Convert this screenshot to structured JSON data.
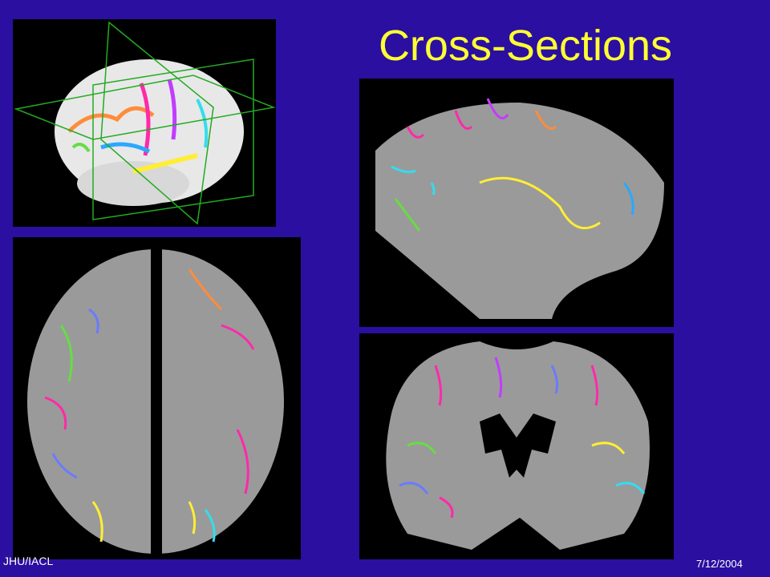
{
  "slide": {
    "title": "Cross-Sections",
    "footer_left": "JHU/IACL",
    "footer_right": "7/12/2004"
  },
  "colors": {
    "background": "#2a0fa0",
    "title": "#ffff33",
    "footer_text": "#ffffff",
    "panel_background": "#000000",
    "brain_tissue": "#9a9a9a",
    "plane_outline": "#22aa22"
  },
  "images": [
    {
      "name": "brain-3d-surface",
      "depicts": "3D cortical surface with colored sulci and three green slicing planes"
    },
    {
      "name": "axial-section",
      "depicts": "axial MRI slice with colored sulcal contours"
    },
    {
      "name": "sagittal-section",
      "depicts": "sagittal MRI slice with colored sulcal contours"
    },
    {
      "name": "coronal-section",
      "depicts": "coronal MRI slice with colored sulcal contours"
    }
  ]
}
